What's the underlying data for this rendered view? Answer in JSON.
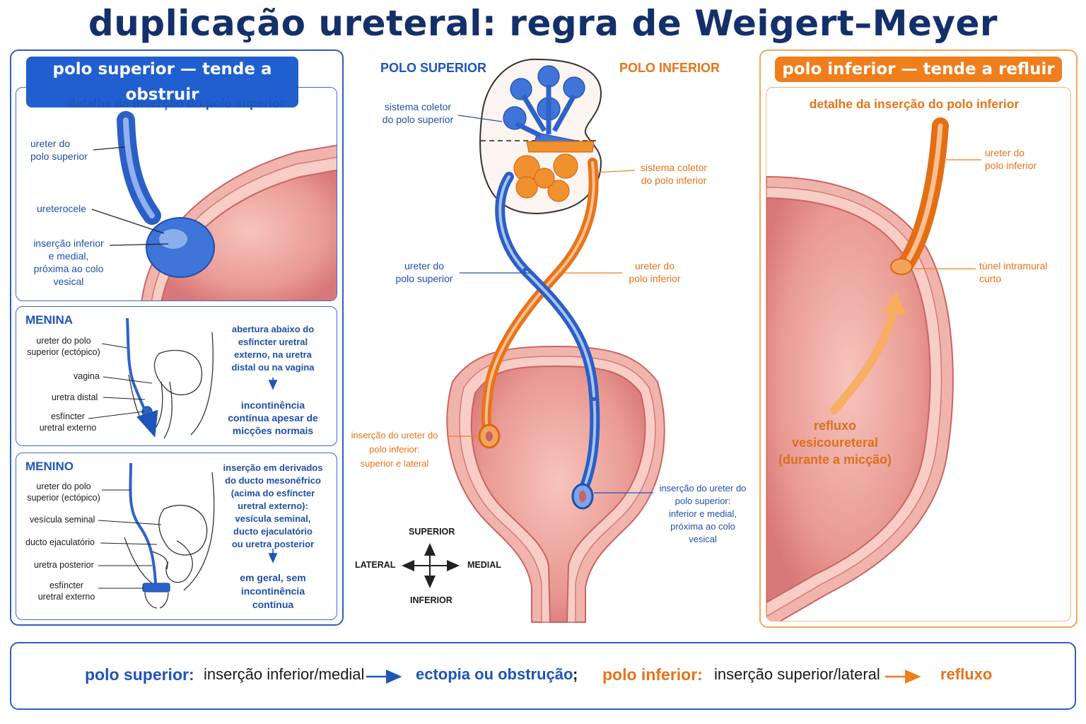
{
  "title": "duplicação ureteral: regra de Weigert–Meyer",
  "colors": {
    "upper_pole": "#1f5fd0",
    "lower_pole": "#ef7e1c",
    "heading": "#13306b",
    "bladder": "#e8a2a0"
  },
  "left_panel": {
    "pill": "polo superior — tende a obstruir",
    "detail": {
      "subtitle": "detalhe da inserção do polo superior",
      "labels": {
        "ureter": "ureter do\npolo superior",
        "ureterocele": "ureterocele",
        "insertion": "inserção inferior\ne medial,\npróxima ao colo\nvesical"
      }
    },
    "girl": {
      "heading": "MENINA",
      "labels": {
        "ureter": "ureter do polo\nsuperior (ectópico)",
        "vagina": "vagina",
        "urethra": "uretra distal",
        "sphincter": "esfíncter\nuretral externo"
      },
      "note": "abertura abaixo do\nesfíncter uretral\nexterno, na uretra\ndistal ou na vagina",
      "arrow": "↓",
      "result": "incontinência\ncontínua apesar de\nmicções normais"
    },
    "boy": {
      "heading": "MENINO",
      "labels": {
        "ureter": "ureter do polo\nsuperior (ectópico)",
        "seminal": "vesícula seminal",
        "ejac": "ducto ejaculatório",
        "urethra": "uretra posterior",
        "sphincter": "esfíncter\nuretral externo"
      },
      "note": "inserção em derivados\ndo ducto mesonéfrico\n(acima do esfíncter\nuretral externo):\nvesícula seminal,\nducto ejaculatório\nou uretra posterior",
      "arrow": "↓",
      "result": "em geral, sem\nincontinência\ncontínua"
    }
  },
  "center": {
    "upper_pole_heading": "POLO SUPERIOR",
    "lower_pole_heading": "POLO INFERIOR",
    "labels": {
      "upper_collecting": "sistema coletor\ndo polo superior",
      "lower_collecting": "sistema coletor\ndo polo inferior",
      "upper_ureter": "ureter do\npolo superior",
      "lower_ureter": "ureter do\npolo inferior",
      "lower_insertion": "inserção do ureter do\npolo inferior:\nsuperior e lateral",
      "upper_insertion": "inserção do ureter do\npolo superior:\ninferior e medial,\npróxima ao colo\nvesical"
    },
    "compass": {
      "up": "SUPERIOR",
      "down": "INFERIOR",
      "left": "LATERAL",
      "right": "MEDIAL"
    }
  },
  "right_panel": {
    "pill": "polo inferior — tende a refluir",
    "subtitle": "detalhe da inserção do polo inferior",
    "labels": {
      "ureter": "ureter do\npolo inferior",
      "tunnel": "túnel intramural\ncurto",
      "reflux": "refluxo\nvesicoureteral\n(durante a micção)"
    }
  },
  "summary": {
    "upper_label": "polo superior:",
    "upper_text": "inserção inferior/medial",
    "upper_result": "ectopia ou obstrução",
    "separator": ";",
    "lower_label": "polo inferior:",
    "lower_text": "inserção superior/lateral",
    "lower_result": "refluxo"
  }
}
